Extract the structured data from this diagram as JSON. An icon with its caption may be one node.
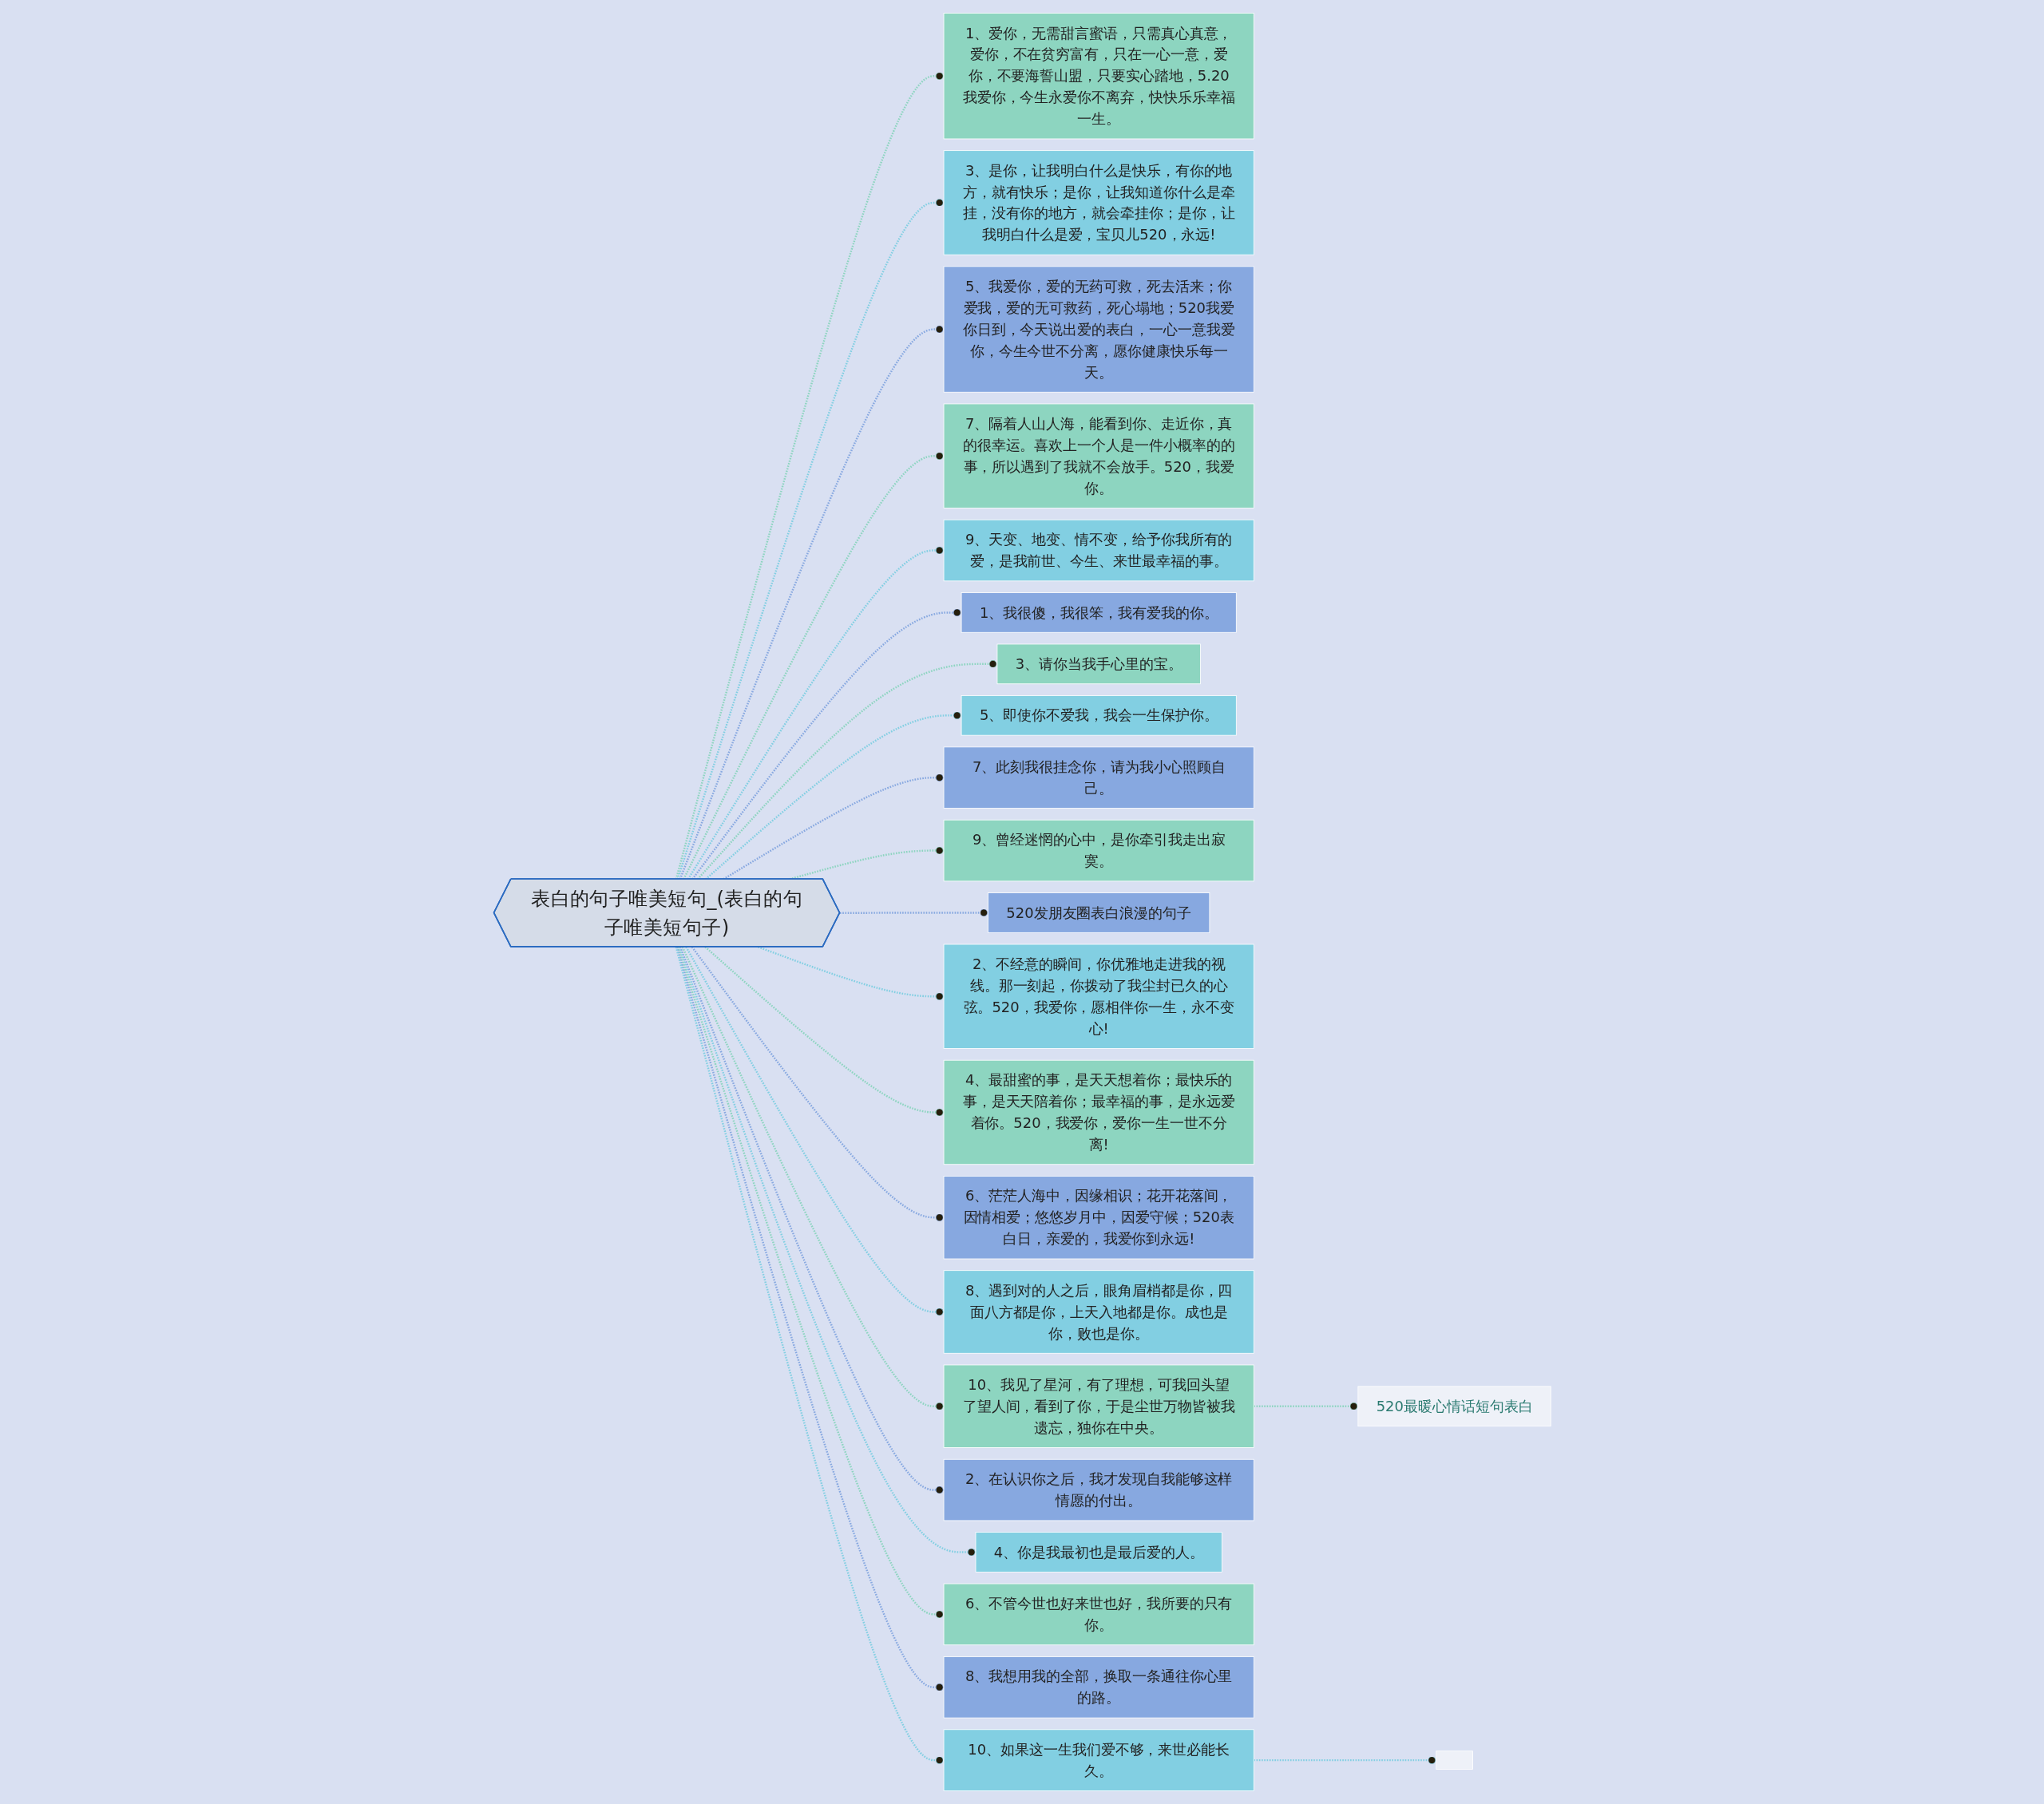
{
  "diagram": {
    "nodes": [
      {
        "text": [
          "表白的句子唯美短句_(表白的句子唯美短句子)"
        ]
      },
      {
        "text": [
          "1、爱你，无需甜言蜜语，只需真心真意，爱你，不在贫穷富有，只在一心一意，爱你，不要海誓山盟，只要实心踏地，5.20我爱你，今生永爱你不离弃，快快乐乐幸福一生。"
        ]
      },
      {
        "text": [
          "3、是你，让我明白什么是快乐，有你的地方，就有快乐；是你，让我知道你什么是牵挂，没有你的地方，就会牵挂你；是你，让我明白什么是爱，宝贝儿520，永远!"
        ]
      },
      {
        "text": [
          "5、我爱你，爱的无药可救，死去活来；你爱我，爱的无可救药，死心塌地；520我爱你日到，今天说出爱的表白，一心一意我爱你，今生今世不分离，愿你健康快乐每一天。"
        ]
      },
      {
        "text": [
          "7、隔着人山人海，能看到你、走近你，真的很幸运。喜欢上一个人是一件小概率的的事，所以遇到了我就不会放手。520，我爱你。"
        ]
      },
      {
        "text": [
          "9、天变、地变、情不变，给予你我所有的爱，是我前世、今生、来世最幸福的事。"
        ]
      },
      {
        "text": [
          "1、我很傻，我很笨，我有爱我的你。"
        ]
      },
      {
        "text": [
          "3、请你当我手心里的宝。"
        ]
      },
      {
        "text": [
          "5、即使你不爱我，我会一生保护你。"
        ]
      },
      {
        "text": [
          "7、此刻我很挂念你，请为我小心照顾自己。"
        ]
      },
      {
        "text": [
          "9、曾经迷惘的心中，是你牵引我走出寂寞。"
        ]
      },
      {
        "text": [
          "520发朋友圈表白浪漫的句子"
        ]
      },
      {
        "text": [
          "2、不经意的瞬间，你优雅地走进我的视线。那一刻起，你拨动了我尘封已久的心弦。520，我爱你，愿相伴你一生，永不变心!"
        ]
      },
      {
        "text": [
          "4、最甜蜜的事，是天天想着你；最快乐的事，是天天陪着你；最幸福的事，是永远爱着你。520，我爱你，爱你一生一世不分离!"
        ]
      },
      {
        "text": [
          "6、茫茫人海中，因缘相识；花开花落间，因情相爱；悠悠岁月中，因爱守候；520表白日，亲爱的，我爱你到永远!"
        ]
      },
      {
        "text": [
          "8、遇到对的人之后，眼角眉梢都是你，四面八方都是你，上天入地都是你。成也是你，败也是你。"
        ]
      },
      {
        "text": [
          "10、我见了星河，有了理想，可我回头望了望人间，看到了你，于是尘世万物皆被我遗忘，独你在中央。"
        ]
      },
      {
        "text": [
          "520最暖心情话短句表白"
        ]
      },
      {
        "text": [
          "2、在认识你之后，我才发现自我能够这样情愿的付出。"
        ]
      },
      {
        "text": [
          "4、你是我最初也是最后爱的人。"
        ]
      },
      {
        "text": [
          "6、不管今世也好来世也好，我所要的只有你。"
        ]
      },
      {
        "text": [
          "8、我想用我的全部，换取一条通往你心里的路。"
        ]
      },
      {
        "text": [
          "10、如果这一生我们爱不够，来世必能长久。"
        ]
      },
      {
        "text": [],
        "shape": "box"
      }
    ],
    "edges": [
      {
        "from": 0,
        "to": 1,
        "arrow": "other",
        "style": "dashed",
        "color": "#8dd5c0"
      },
      {
        "from": 0,
        "to": 2,
        "arrow": "other",
        "style": "dashed",
        "color": "#82cfe2"
      },
      {
        "from": 0,
        "to": 3,
        "arrow": "other",
        "style": "dashed",
        "color": "#87a8e0"
      },
      {
        "from": 0,
        "to": 4,
        "arrow": "other",
        "style": "dashed",
        "color": "#8dd5c0"
      },
      {
        "from": 0,
        "to": 5,
        "arrow": "other",
        "style": "dashed",
        "color": "#82cfe2"
      },
      {
        "from": 0,
        "to": 6,
        "arrow": "other",
        "style": "dashed",
        "color": "#87a8e0"
      },
      {
        "from": 0,
        "to": 7,
        "arrow": "other",
        "style": "dashed",
        "color": "#8dd5c0"
      },
      {
        "from": 0,
        "to": 8,
        "arrow": "other",
        "style": "dashed",
        "color": "#82cfe2"
      },
      {
        "from": 0,
        "to": 9,
        "arrow": "other",
        "style": "dashed",
        "color": "#87a8e0"
      },
      {
        "from": 0,
        "to": 10,
        "arrow": "other",
        "style": "dashed",
        "color": "#8dd5c0"
      },
      {
        "from": 0,
        "to": 11,
        "arrow": "other",
        "style": "dashed",
        "color": "#87a8e0"
      },
      {
        "from": 0,
        "to": 12,
        "arrow": "other",
        "style": "dashed",
        "color": "#82cfe2"
      },
      {
        "from": 0,
        "to": 13,
        "arrow": "other",
        "style": "dashed",
        "color": "#8dd5c0"
      },
      {
        "from": 0,
        "to": 14,
        "arrow": "other",
        "style": "dashed",
        "color": "#87a8e0"
      },
      {
        "from": 0,
        "to": 15,
        "arrow": "other",
        "style": "dashed",
        "color": "#82cfe2"
      },
      {
        "from": 0,
        "to": 16,
        "arrow": "other",
        "style": "dashed",
        "color": "#8dd5c0"
      },
      {
        "from": 16,
        "to": 17,
        "arrow": "other",
        "style": "dashed",
        "color": "#8dd5c0"
      },
      {
        "from": 0,
        "to": 18,
        "arrow": "other",
        "style": "dashed",
        "color": "#87a8e0"
      },
      {
        "from": 0,
        "to": 19,
        "arrow": "other",
        "style": "dashed",
        "color": "#82cfe2"
      },
      {
        "from": 0,
        "to": 20,
        "arrow": "other",
        "style": "dashed",
        "color": "#8dd5c0"
      },
      {
        "from": 0,
        "to": 21,
        "arrow": "other",
        "style": "dashed",
        "color": "#87a8e0"
      },
      {
        "from": 0,
        "to": 22,
        "arrow": "other",
        "style": "dashed",
        "color": "#82cfe2"
      },
      {
        "from": 22,
        "to": 23,
        "arrow": "other",
        "style": "dashed",
        "color": "#82cfe2"
      }
    ]
  }
}
